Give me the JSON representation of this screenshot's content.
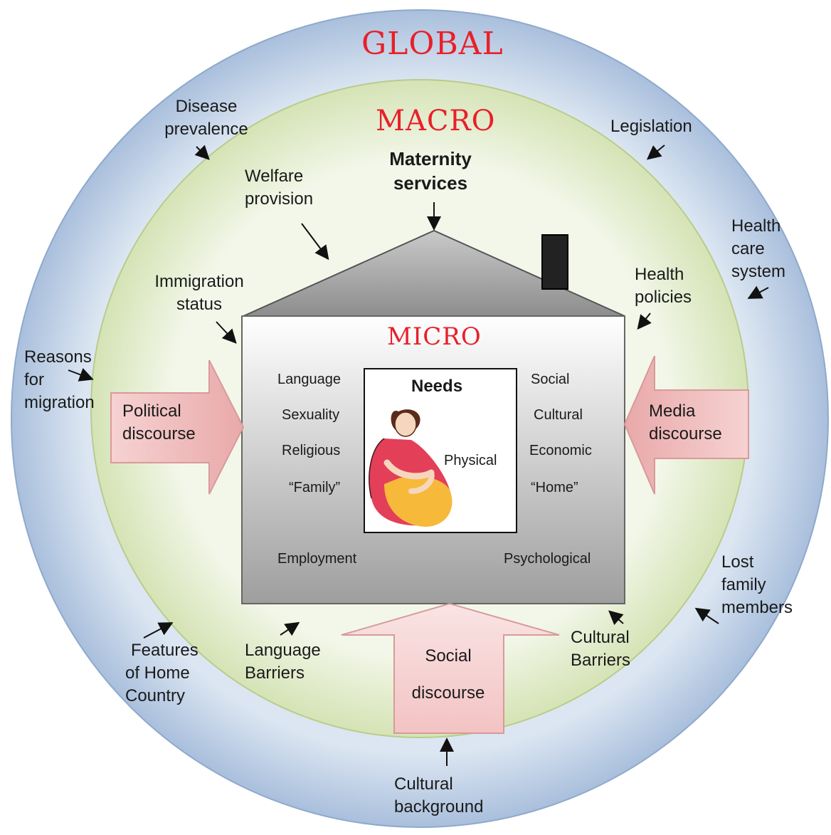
{
  "levels": {
    "global": "GLOBAL",
    "macro": "MACRO",
    "micro": "MICRO"
  },
  "global_factors": {
    "disease": [
      "Disease",
      "prevalence"
    ],
    "legislation": "Legislation",
    "health_care": [
      "Health",
      "care",
      "system"
    ],
    "reasons": [
      "Reasons",
      "for",
      "migration"
    ],
    "features": [
      "Features",
      "of Home",
      "Country"
    ],
    "lost_family": [
      "Lost",
      "family",
      "members"
    ],
    "cultural_background": [
      "Cultural",
      "background"
    ]
  },
  "macro_factors": {
    "maternity": [
      "Maternity",
      "services"
    ],
    "welfare": [
      "Welfare",
      "provision"
    ],
    "immigration": [
      "Immigration",
      "status"
    ],
    "health_policies": [
      "Health",
      "policies"
    ],
    "language_barriers": [
      "Language",
      "Barriers"
    ],
    "cultural_barriers": [
      "Cultural",
      "Barriers"
    ]
  },
  "discourses": {
    "political": [
      "Political",
      "discourse"
    ],
    "media": [
      "Media",
      "discourse"
    ],
    "social": [
      "Social",
      "discourse"
    ]
  },
  "micro_factors": {
    "needs_title": "Needs",
    "physical": "Physical",
    "left": [
      "Language",
      "Sexuality",
      "Religious",
      "“Family”"
    ],
    "right": [
      "Social",
      "Cultural",
      "Economic",
      "“Home”"
    ],
    "employment": "Employment",
    "psychological": "Psychological"
  },
  "colors": {
    "global_ring": "#b8cce4",
    "macro_circle": "#e4edcc",
    "level_title": "#e8202a",
    "arrow_fill": "#f2c4c4"
  },
  "icons": {
    "center_image": "pregnant-woman-icon"
  }
}
